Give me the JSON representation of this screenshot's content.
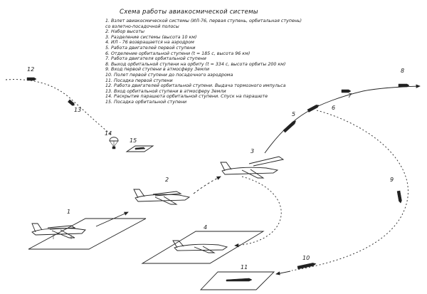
{
  "title": "Схема работы авиакосмической системы",
  "legend": [
    "1. Взлет авиакосмической системы (ИЛ-76, первая ступень, орбитальная ступень)",
    "со взлетно-посадочной полосы",
    "2. Набор высоты",
    "3. Разделение системы (высота 10 км)",
    "4. ИЛ - 76 возвращается на аэродром",
    "5. Работа двигателей первой ступени",
    "6. Отделение орбитальной ступени (t = 185 с, высота 96 км)",
    "7. Работа двигателя орбитальной ступени",
    "8. Выход орбитальной ступени на орбиту (t = 334 с, высота орбиты 200 км)",
    "9. Вход первой ступени в атмосферу Земли",
    "10. Полет первой ступени до посадочного аэродрома",
    "11. Посадка первой ступени",
    "12. Работа двигателей орбитальной ступени. Выдача тормозного импульса",
    "13. Вход орбитальной ступени в атмосферу Земли",
    "14. Раскрытие парашюта орбитальной ступени. Спуск на парашюте",
    "15. Посадка орбитальной ступени"
  ],
  "labels": {
    "n1": "1",
    "n2": "2",
    "n3": "3",
    "n4": "4",
    "n5": "5",
    "n6": "6",
    "n7": "7",
    "n8": "8",
    "n9": "9",
    "n10": "10",
    "n11": "11",
    "n12": "12",
    "n13": "13",
    "n14": "14",
    "n15": "15"
  }
}
